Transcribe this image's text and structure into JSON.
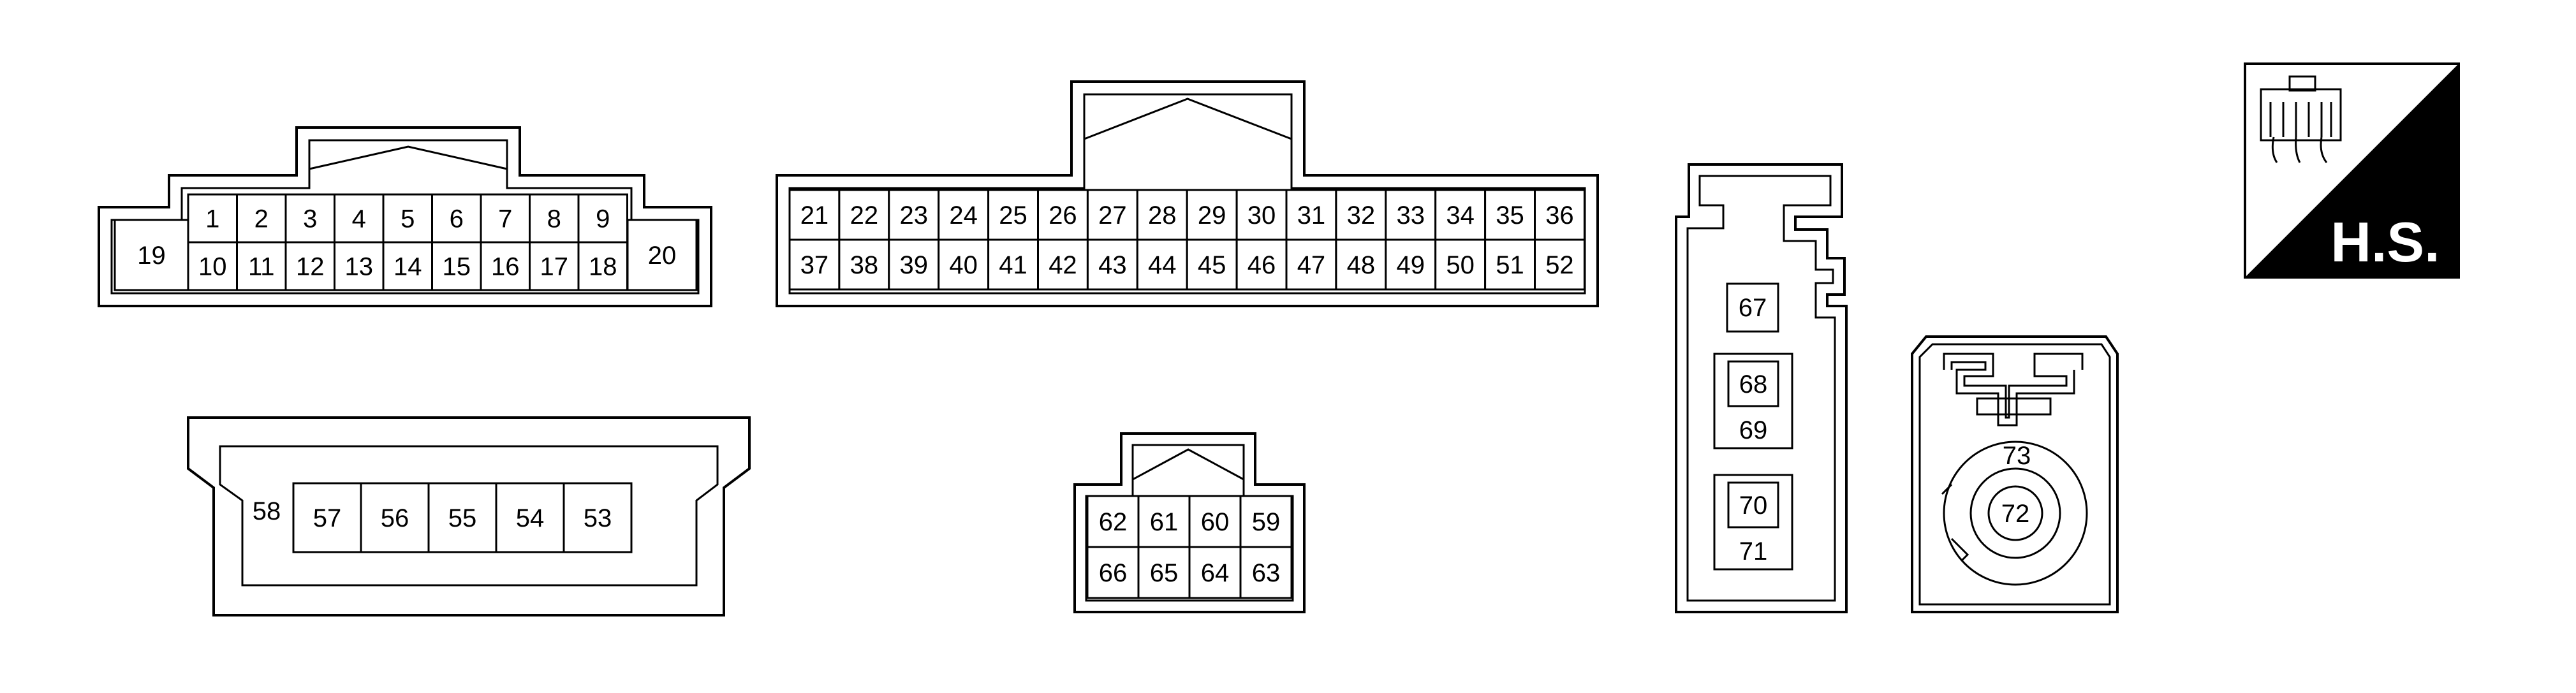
{
  "colors": {
    "line": "#000000",
    "background": "#ffffff"
  },
  "symbol": {
    "label": "H.S.",
    "icon": "harness-connector-icon"
  },
  "connectors": {
    "c1": {
      "top_pins": [
        "1",
        "2",
        "3",
        "4",
        "5",
        "6",
        "7",
        "8",
        "9"
      ],
      "bottom_pins": [
        "10",
        "11",
        "12",
        "13",
        "14",
        "15",
        "16",
        "17",
        "18"
      ],
      "left_pin": "19",
      "right_pin": "20"
    },
    "c2": {
      "top_pins": [
        "21",
        "22",
        "23",
        "24",
        "25",
        "26",
        "27",
        "28",
        "29",
        "30",
        "31",
        "32",
        "33",
        "34",
        "35",
        "36"
      ],
      "bottom_pins": [
        "37",
        "38",
        "39",
        "40",
        "41",
        "42",
        "43",
        "44",
        "45",
        "46",
        "47",
        "48",
        "49",
        "50",
        "51",
        "52"
      ]
    },
    "c3": {
      "pins": [
        "57",
        "56",
        "55",
        "54",
        "53"
      ],
      "left_pin": "58"
    },
    "c4": {
      "top_pins": [
        "62",
        "61",
        "60",
        "59"
      ],
      "bottom_pins": [
        "66",
        "65",
        "64",
        "63"
      ]
    },
    "c5": {
      "pin_a": "67",
      "pin_b_top": "68",
      "pin_b_bottom": "69",
      "pin_c_top": "70",
      "pin_c_bottom": "71"
    },
    "c6": {
      "pin_center": "72",
      "pin_ring": "73"
    }
  }
}
